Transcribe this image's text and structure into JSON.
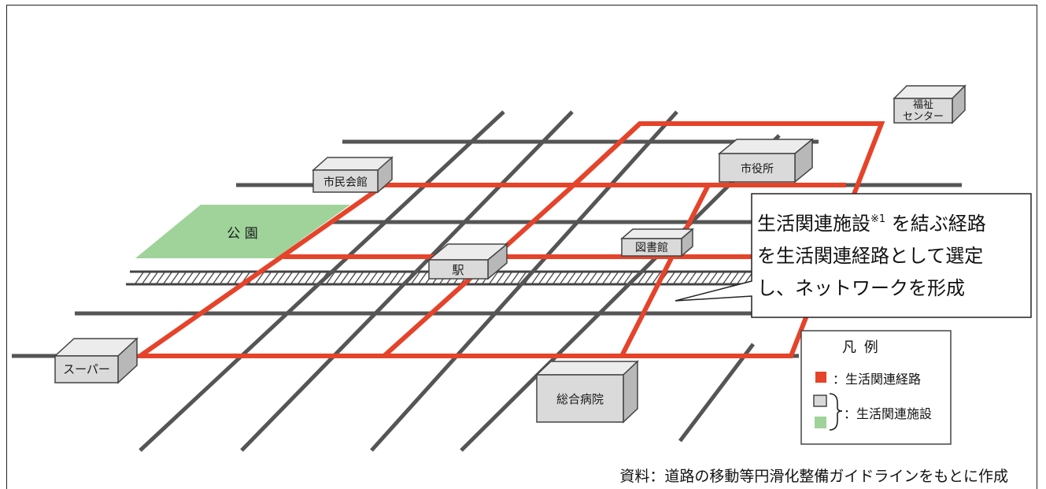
{
  "facilities": {
    "welfare_center_line1": "福祉",
    "welfare_center_line2": "センター",
    "city_hall": "市役所",
    "civic_hall": "市民会館",
    "park": "公 園",
    "library": "図書館",
    "station": "駅",
    "supermarket": "スーパー",
    "hospital": "総合病院"
  },
  "callout": {
    "line1_pre": "生活関連施設",
    "line1_sup": "※1",
    "line1_post": " を結ぶ経路",
    "line2": "を生活関連経路として選定",
    "line3": "し、ネットワークを形成"
  },
  "legend": {
    "title": "凡 例",
    "route_label": "：生活関連経路",
    "facility_label": "：生活関連施設"
  },
  "source": "資料：道路の移動等円滑化整備ガイドラインをもとに作成",
  "colors": {
    "route": "#e5432a",
    "road": "#555555",
    "park": "#9fd39a",
    "building": "#d9d9d9"
  }
}
